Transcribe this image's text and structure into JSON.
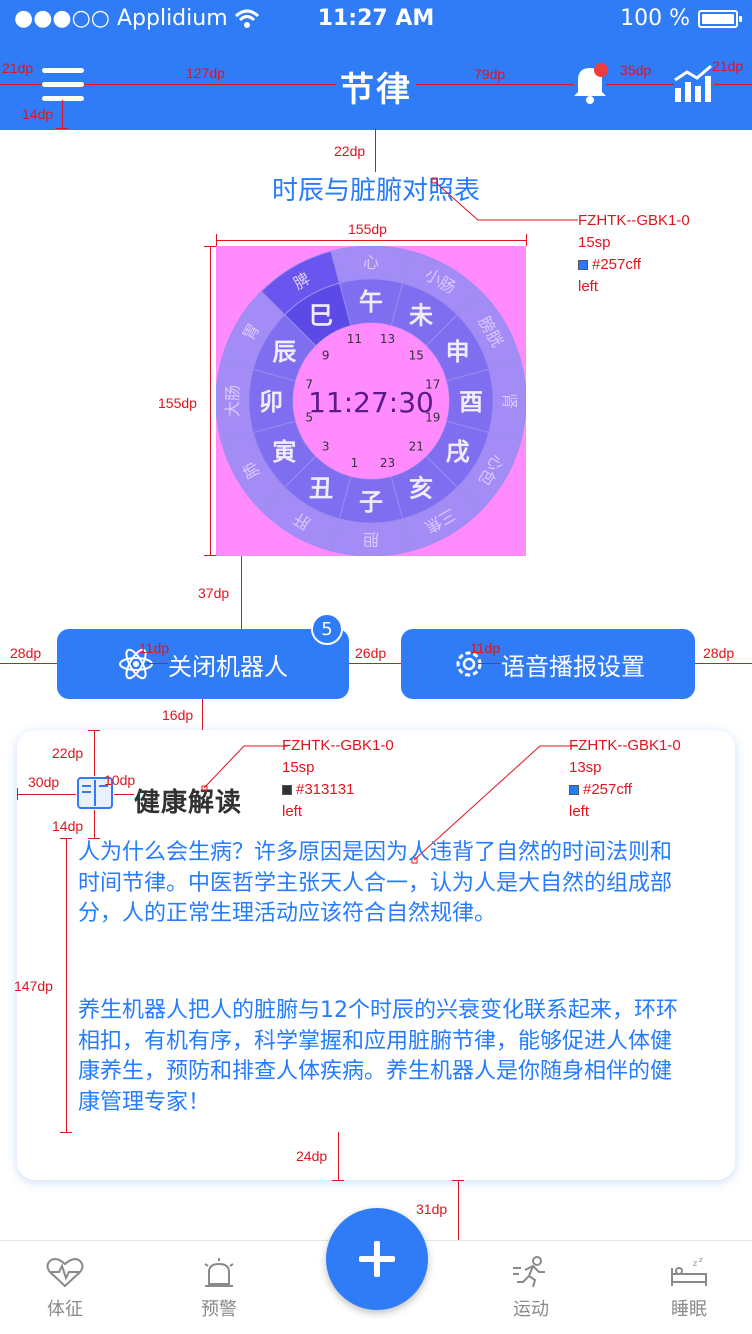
{
  "status_bar": {
    "carrier": "●●●○○ Applidium",
    "time": "11:27 AM",
    "battery": "100 %"
  },
  "header": {
    "title": "节律"
  },
  "section_title": "时辰与脏腑对照表",
  "clock": {
    "time": "11:27:30",
    "branches": [
      "午",
      "未",
      "申",
      "酉",
      "戌",
      "亥",
      "子",
      "丑",
      "寅",
      "卯",
      "辰",
      "巳"
    ],
    "organs": [
      "心",
      "小肠",
      "膀胱",
      "肾",
      "心包",
      "三焦",
      "胆",
      "肝",
      "肺",
      "大肠",
      "胃",
      "脾"
    ],
    "hours": [
      "13",
      "15",
      "17",
      "19",
      "21",
      "23",
      "1",
      "3",
      "5",
      "7",
      "9",
      "11"
    ]
  },
  "buttons": {
    "robot": "关闭机器人",
    "badge": "5",
    "voice": "语音播报设置"
  },
  "card": {
    "title": "健康解读",
    "para1": "人为什么会生病？许多原因是因为人违背了自然的时间法则和时间节律。中医哲学主张天人合一，认为人是大自然的组成部分，人的正常生理活动应该符合自然规律。",
    "para2": "养生机器人把人的脏腑与12个时辰的兴衰变化联系起来，环环相扣，有机有序，科学掌握和应用脏腑节律，能够促进人体健康养生，预防和排查人体疾病。养生机器人是你随身相伴的健康管理专家！"
  },
  "bottom_nav": [
    "体征",
    "预警",
    "运动",
    "睡眠"
  ],
  "annotations": {
    "d21a": "21dp",
    "d127": "127dp",
    "d79": "79dp",
    "d35": "35dp",
    "d21b": "21dp",
    "d14a": "14dp",
    "d22a": "22dp",
    "d155w": "155dp",
    "d155h": "155dp",
    "d37": "37dp",
    "d28a": "28dp",
    "d11a": "11dp",
    "d26": "26dp",
    "d11b": "11dp",
    "d28b": "28dp",
    "d16": "16dp",
    "d22b": "22dp",
    "d30": "30dp",
    "d10": "10dp",
    "d14b": "14dp",
    "d147": "147dp",
    "d24": "24dp",
    "d31": "31dp",
    "spec1": {
      "font": "FZHTK--GBK1-0",
      "size": "15sp",
      "color": "#257cff",
      "align": "left"
    },
    "spec2": {
      "font": "FZHTK--GBK1-0",
      "size": "15sp",
      "color": "#313131",
      "align": "left"
    },
    "spec3": {
      "font": "FZHTK--GBK1-0",
      "size": "13sp",
      "color": "#257cff",
      "align": "left"
    }
  },
  "colors": {
    "primary": "#2f7cf6",
    "text_blue": "#257cff",
    "text_dark": "#313131",
    "annotation": "#e0141e",
    "clock_bg": "#ff8bff"
  }
}
